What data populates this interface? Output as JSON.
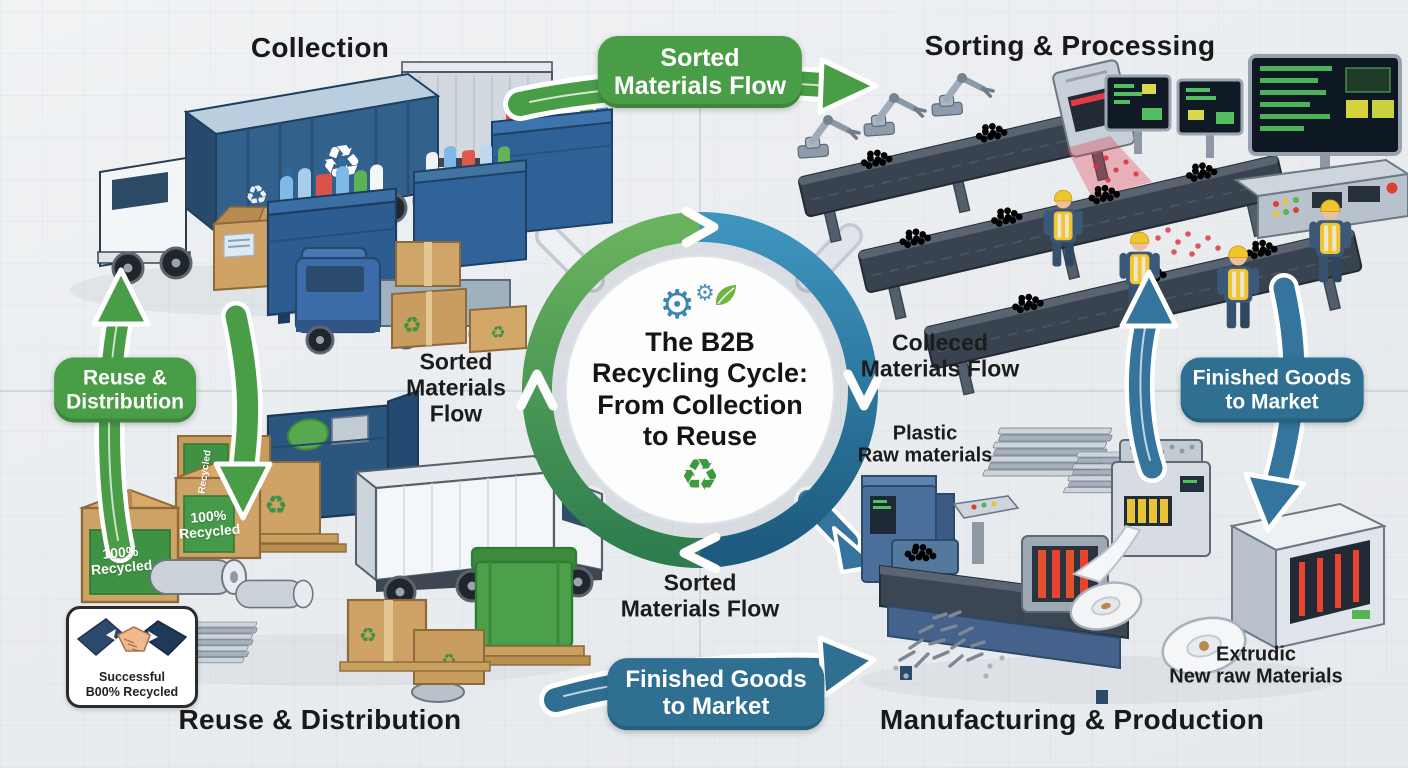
{
  "diagram_title": "The B2B Recycling Cycle: From Collection to Reuse",
  "center": {
    "line1": "The B2B",
    "line2": "Recycling Cycle:",
    "line3": "From Collection",
    "line4": "to Reuse"
  },
  "titles": {
    "collection": "Collection",
    "sorting": "Sorting & Processing",
    "manufacturing": "Manufacturing & Production",
    "reuse": "Reuse & Distribution"
  },
  "banners": {
    "top": {
      "line1": "Sorted",
      "line2": "Materials Flow"
    },
    "left": {
      "line1": "Reuse &",
      "line2": "Distribution"
    },
    "right": {
      "line1": "Finished Goods",
      "line2": "to Market"
    },
    "bottom": {
      "line1": "Finished Goods",
      "line2": "to Market"
    }
  },
  "flow_labels": {
    "mid_left": {
      "line1": "Sorted",
      "line2": "Materials",
      "line3": "Flow"
    },
    "mid_right": {
      "line1": "Colleced",
      "line2": "Materials Flow"
    },
    "bottom_center": {
      "line1": "Sorted",
      "line2": "Materials Flow"
    },
    "plastic_raw": {
      "line1": "Plastic",
      "line2": "Raw materials"
    },
    "extruded": {
      "line1": "Extrudic",
      "line2": "New raw Materials"
    }
  },
  "badges": {
    "handshake": {
      "line1": "Successful",
      "line2": "B00% Recycled"
    },
    "box1": {
      "line1": "100%",
      "line2": "Recycled"
    },
    "box2": {
      "line1": "100%",
      "line2": "Recycled"
    },
    "pallet_label": "Recycled"
  },
  "icons": {
    "recycle": "♻",
    "gear": "⚙"
  },
  "colors": {
    "green": "#4a9d47",
    "dark_green": "#3a8a3c",
    "blue": "#2f6f92",
    "ring_green": "#3f9150",
    "ring_blue": "#2a76a0",
    "text": "#1c1c1c",
    "background": "#edeff2"
  }
}
